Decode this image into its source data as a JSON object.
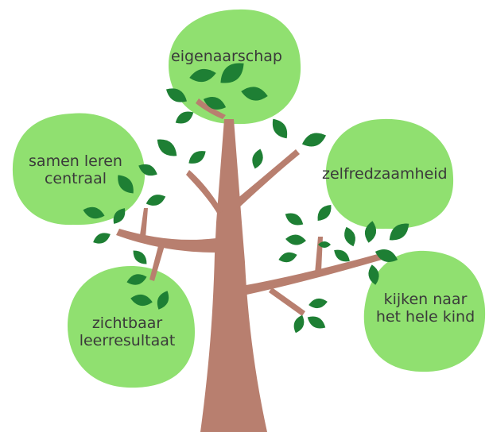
{
  "colors": {
    "trunk": "#b87f6f",
    "crown": "#90e070",
    "leaf": "#1e7f34",
    "text": "#3a3a3a",
    "background": "#ffffff"
  },
  "labels": [
    {
      "text": "eigenaarschap"
    },
    {
      "text": "samen leren\ncentraal"
    },
    {
      "text": "zelfredzaamheid"
    },
    {
      "text": "kijken naar\nhet hele kind"
    },
    {
      "text": "zichtbaar\nleerresultaat"
    }
  ]
}
